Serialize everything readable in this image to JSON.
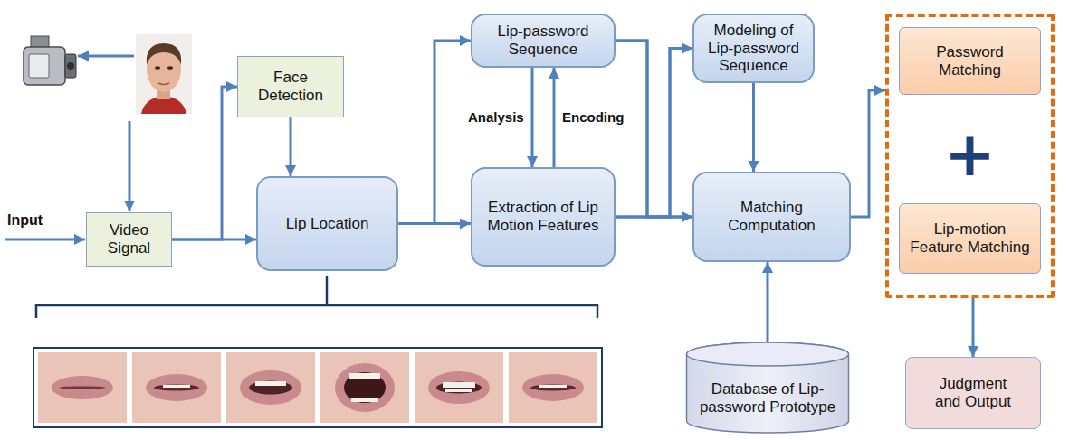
{
  "diagram": {
    "nodes": [
      {
        "text": [
          "Video Signal"
        ]
      },
      {
        "text": [
          "Face Detection"
        ]
      },
      {
        "text": [
          "Lip Location"
        ]
      },
      {
        "text": [
          "Lip-password Sequence"
        ]
      },
      {
        "text": [
          "Extraction of Lip Motion Features"
        ]
      },
      {
        "text": [
          "Modeling of Lip-password Sequence"
        ]
      },
      {
        "text": [
          "Matching Computation"
        ]
      },
      {
        "text": [
          "Database of Lip-password Prototype"
        ]
      },
      {
        "text": [
          "+"
        ]
      },
      {
        "text": [
          "Password Matching"
        ],
        "in": 8
      },
      {
        "text": [
          "Lip-motion Feature Matching"
        ],
        "in": 8
      },
      {
        "text": [
          "Judgment and Output"
        ]
      }
    ],
    "edges": [
      {
        "from": 0,
        "to": 1,
        "arrow": "to"
      },
      {
        "from": 0,
        "to": 2,
        "arrow": "to"
      },
      {
        "from": 1,
        "to": 2,
        "arrow": "to"
      },
      {
        "from": 2,
        "to": 3,
        "arrow": "to"
      },
      {
        "from": 2,
        "to": 4,
        "arrow": "to"
      },
      {
        "from": 3,
        "to": 4,
        "label": "Analysis",
        "arrow": "to"
      },
      {
        "from": 4,
        "to": 3,
        "label": "Encoding",
        "arrow": "to"
      },
      {
        "from": 3,
        "to": 6,
        "arrow": "to"
      },
      {
        "from": 4,
        "to": 6,
        "arrow": "to"
      },
      {
        "from": 3,
        "to": 5,
        "arrow": "to"
      },
      {
        "from": 4,
        "to": 5,
        "arrow": "to"
      },
      {
        "from": 5,
        "to": 6,
        "arrow": "to"
      },
      {
        "from": 7,
        "to": 6,
        "arrow": "to"
      },
      {
        "from": 6,
        "to": 8,
        "arrow": "to"
      },
      {
        "from": 8,
        "to": 11,
        "arrow": "to"
      }
    ],
    "labels": [
      "Input"
    ]
  }
}
